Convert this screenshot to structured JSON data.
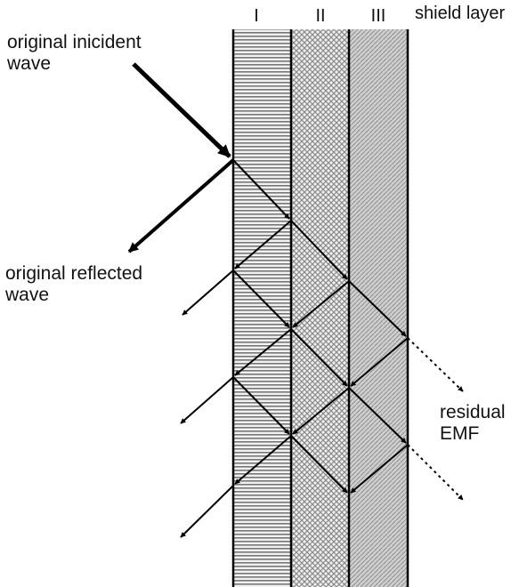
{
  "layers": {
    "roman_1": "I",
    "roman_2": "II",
    "roman_3": "III",
    "caption": "shield layer"
  },
  "labels": {
    "incident_line1": "original inicident",
    "incident_line2": "wave",
    "reflected_line1": "original reflected",
    "reflected_line2": "wave",
    "residual_line1": "residual",
    "residual_line2": "EMF"
  }
}
